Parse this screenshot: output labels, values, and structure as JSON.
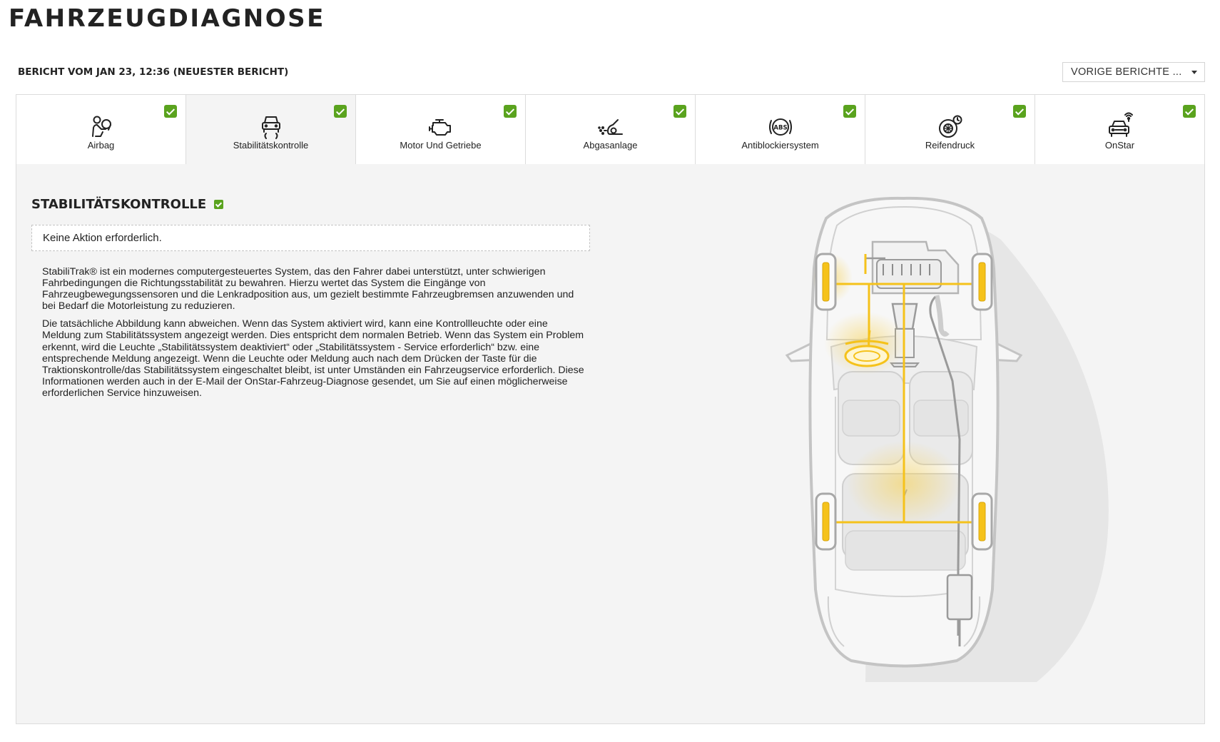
{
  "header": {
    "title": "FAHRZEUGDIAGNOSE",
    "report_date": "BERICHT VOM JAN 23, 12:36 (NEUESTER BERICHT)",
    "history_label": "VORIGE BERICHTE ..."
  },
  "tabs": [
    {
      "label": "Airbag",
      "icon": "airbag-icon",
      "status": "ok",
      "active": false
    },
    {
      "label": "Stabilitätskontrolle",
      "icon": "stability-control-icon",
      "status": "ok",
      "active": true
    },
    {
      "label": "Motor Und Getriebe",
      "icon": "engine-icon",
      "status": "ok",
      "active": false
    },
    {
      "label": "Abgasanlage",
      "icon": "exhaust-icon",
      "status": "ok",
      "active": false
    },
    {
      "label": "Antiblockiersystem",
      "icon": "abs-icon",
      "status": "ok",
      "active": false
    },
    {
      "label": "Reifendruck",
      "icon": "tire-pressure-icon",
      "status": "ok",
      "active": false
    },
    {
      "label": "OnStar",
      "icon": "onstar-icon",
      "status": "ok",
      "active": false
    }
  ],
  "detail": {
    "title": "STABILITÄTSKONTROLLE",
    "status": "ok",
    "action": "Keine Aktion erforderlich.",
    "paragraphs": [
      "StabiliTrak® ist ein modernes computergesteuertes System, das den Fahrer dabei unterstützt, unter schwierigen Fahrbedingungen die Richtungsstabilität zu bewahren. Hierzu wertet das System die Eingänge von Fahrzeugbewegungssensoren und die Lenkradposition aus, um gezielt bestimmte Fahrzeugbremsen anzuwenden und bei Bedarf die Motorleistung zu reduzieren.",
      "Die tatsächliche Abbildung kann abweichen. Wenn das System aktiviert wird, kann eine Kontrollleuchte oder eine Meldung zum Stabilitätssystem angezeigt werden. Dies entspricht dem normalen Betrieb. Wenn das System ein Problem erkennt, wird die Leuchte „Stabilitätssystem deaktiviert“ oder „Stabilitätssystem - Service erforderlich“ bzw. eine entsprechende Meldung angezeigt. Wenn die Leuchte oder Meldung auch nach dem Drücken der Taste für die Traktionskontrolle/das Stabilitätssystem eingeschaltet bleibt, ist unter Umständen ein Fahrzeugservice erforderlich. Diese Informationen werden auch in der E-Mail der OnStar-Fahrzeug-Diagnose gesendet, um Sie auf einen möglicherweise erforderlichen Service hinzuweisen."
    ]
  },
  "colors": {
    "check_green": "#5aa31e",
    "highlight_yellow": "#f5c21b",
    "panel_bg": "#f4f4f4",
    "border": "#dcdcdc"
  }
}
